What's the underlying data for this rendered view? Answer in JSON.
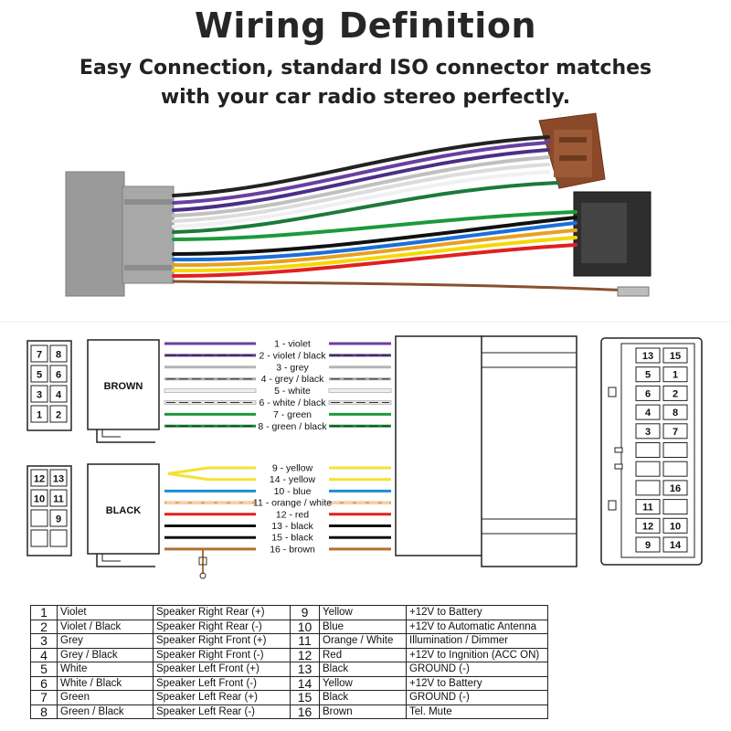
{
  "header": {
    "title": "Wiring Definition",
    "line1": "Easy Connection, standard ISO connector matches",
    "line2": "with your car radio stereo  perfectly."
  },
  "diagram": {
    "brown_label": "BROWN",
    "black_label": "BLACK",
    "brown_wires": [
      {
        "label": "1 - violet",
        "color": "#6a3fa0",
        "stripe": ""
      },
      {
        "label": "2 - violet / black",
        "color": "#5b3a96",
        "stripe": "#222222"
      },
      {
        "label": "3 - grey",
        "color": "#b4b4b4",
        "stripe": ""
      },
      {
        "label": "4 - grey / black",
        "color": "#a8a8a8",
        "stripe": "#333333"
      },
      {
        "label": "5 - white",
        "color": "#eeeeee",
        "stripe": ""
      },
      {
        "label": "6 - white / black",
        "color": "#e6e6e6",
        "stripe": "#333333"
      },
      {
        "label": "7 - green",
        "color": "#1c9a3a",
        "stripe": ""
      },
      {
        "label": "8 - green / black",
        "color": "#1c8a34",
        "stripe": "#222222"
      }
    ],
    "black_wires": [
      {
        "label": "9 - yellow",
        "color": "#f5e132",
        "stripe": ""
      },
      {
        "label": "14 - yellow",
        "color": "#f5e132",
        "stripe": ""
      },
      {
        "label": "10 - blue",
        "color": "#1a8ed8",
        "stripe": ""
      },
      {
        "label": "11 - orange / white",
        "color": "#e8a55a",
        "stripe": "#ffffff"
      },
      {
        "label": "12 - red",
        "color": "#e02020",
        "stripe": ""
      },
      {
        "label": "13 - black",
        "color": "#111111",
        "stripe": ""
      },
      {
        "label": "15 - black",
        "color": "#111111",
        "stripe": ""
      },
      {
        "label": "16 - brown",
        "color": "#b07030",
        "stripe": ""
      }
    ],
    "iso_brown_pins": [
      "7",
      "8",
      "5",
      "6",
      "3",
      "4",
      "1",
      "2"
    ],
    "iso_black_pins": [
      "12",
      "13",
      "10",
      "11",
      "",
      "9",
      "",
      ""
    ],
    "oem_pins": [
      [
        "13",
        "15"
      ],
      [
        "5",
        "1"
      ],
      [
        "6",
        "2"
      ],
      [
        "4",
        "8"
      ],
      [
        "3",
        "7"
      ],
      [
        "",
        ""
      ],
      [
        "",
        ""
      ],
      [
        "",
        "16"
      ],
      [
        "11",
        ""
      ],
      [
        "12",
        "10"
      ],
      [
        "9",
        "14"
      ]
    ]
  },
  "table": {
    "rows": [
      {
        "n1": "1",
        "c1": "Violet",
        "f1": "Speaker Right Rear (+)",
        "n2": "9",
        "c2": "Yellow",
        "f2": "+12V to Battery"
      },
      {
        "n1": "2",
        "c1": "Violet / Black",
        "f1": "Speaker Right Rear (-)",
        "n2": "10",
        "c2": "Blue",
        "f2": "+12V to Automatic Antenna"
      },
      {
        "n1": "3",
        "c1": "Grey",
        "f1": "Speaker Right Front (+)",
        "n2": "11",
        "c2": "Orange / White",
        "f2": "Illumination / Dimmer"
      },
      {
        "n1": "4",
        "c1": "Grey / Black",
        "f1": "Speaker Right Front (-)",
        "n2": "12",
        "c2": "Red",
        "f2": "+12V to Ingnition (ACC ON)"
      },
      {
        "n1": "5",
        "c1": "White",
        "f1": "Speaker Left Front (+)",
        "n2": "13",
        "c2": "Black",
        "f2": "GROUND (-)"
      },
      {
        "n1": "6",
        "c1": "White / Black",
        "f1": "Speaker Left Front (-)",
        "n2": "14",
        "c2": "Yellow",
        "f2": "+12V to Battery"
      },
      {
        "n1": "7",
        "c1": "Green",
        "f1": "Speaker Left Rear (+)",
        "n2": "15",
        "c2": "Black",
        "f2": "GROUND (-)"
      },
      {
        "n1": "8",
        "c1": "Green / Black",
        "f1": "Speaker Left Rear (-)",
        "n2": "16",
        "c2": "Brown",
        "f2": "Tel. Mute"
      }
    ]
  }
}
